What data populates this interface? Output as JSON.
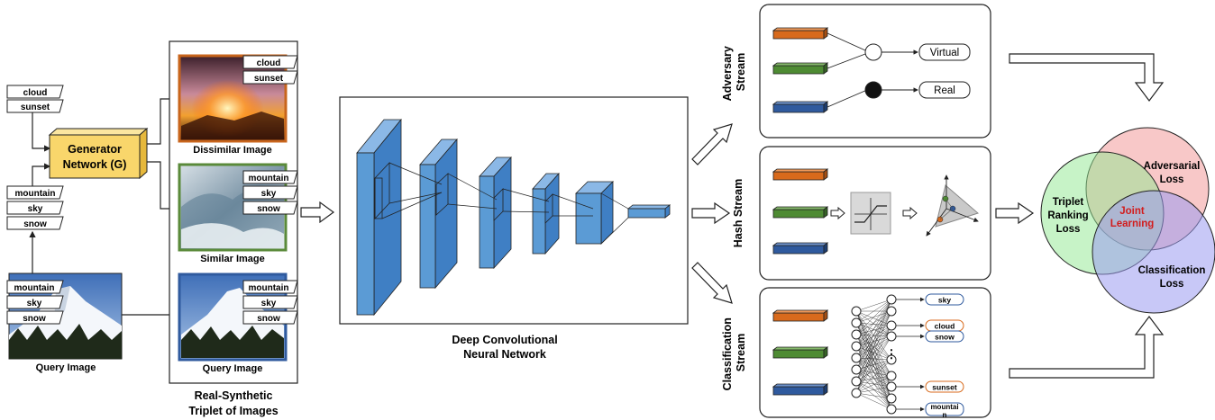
{
  "left_tags": {
    "top": [
      "cloud",
      "sunset"
    ],
    "middle": [
      "mountain",
      "sky",
      "snow"
    ],
    "query": [
      "mountain",
      "sky",
      "snow"
    ]
  },
  "generator": [
    "Generator",
    "Network (G)"
  ],
  "query_label": "Query Image",
  "triplet": {
    "dissimilar": {
      "label": "Dissimilar Image",
      "tags": [
        "cloud",
        "sunset"
      ]
    },
    "similar": {
      "label": "Similar Image",
      "tags": [
        "mountain",
        "sky",
        "snow"
      ]
    },
    "query": {
      "label": "Query Image",
      "tags": [
        "mountain",
        "sky",
        "snow"
      ]
    },
    "caption": [
      "Real-Synthetic",
      "Triplet of Images"
    ]
  },
  "cnn_caption": [
    "Deep Convolutional",
    "Neural Network"
  ],
  "adversary": {
    "title": [
      "Adversary",
      "Stream"
    ],
    "virtual": "Virtual",
    "real": "Real"
  },
  "hash": {
    "title": "Hash Stream"
  },
  "classification": {
    "title": [
      "Classification",
      "Stream"
    ],
    "labels": [
      "sky",
      "cloud",
      "snow",
      "sunset",
      "mountai",
      "n"
    ],
    "ellipsis": "⋮"
  },
  "venn": {
    "adversarial": [
      "Adversarial",
      "Loss"
    ],
    "triplet": [
      "Triplet",
      "Ranking",
      "Loss"
    ],
    "classification": [
      "Classification",
      "Loss"
    ],
    "joint": [
      "Joint",
      "Learning"
    ]
  },
  "colors": {
    "orange": "#d86a1c",
    "green": "#4e8b33",
    "blue": "#2f5a9e",
    "cnn": "#5b9bd5",
    "generator": "#f9d66b"
  }
}
